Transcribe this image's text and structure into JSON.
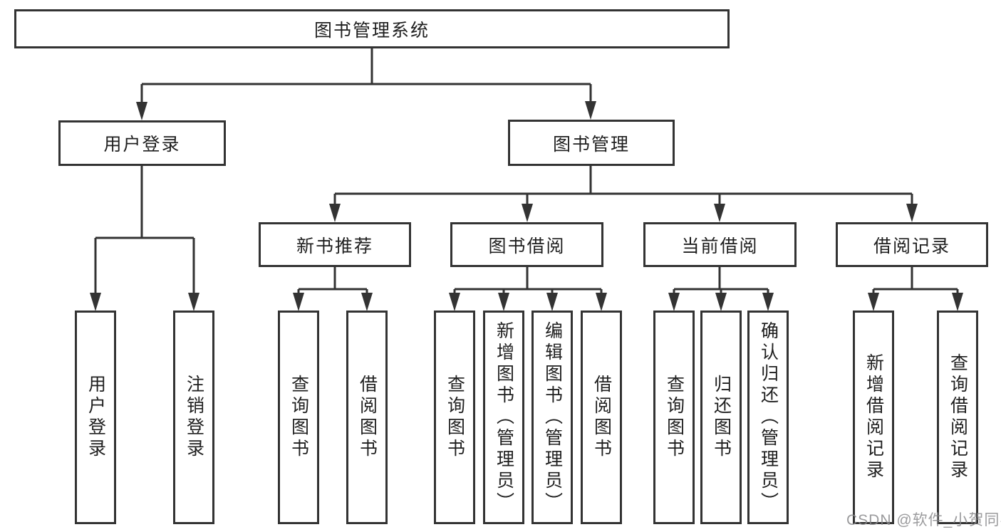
{
  "diagram": {
    "root": {
      "label": "图书管理系统"
    },
    "branches": [
      {
        "label": "用户登录",
        "children": [
          {
            "label": "用户登录"
          },
          {
            "label": "注销登录"
          }
        ]
      },
      {
        "label": "图书管理",
        "children": [
          {
            "label": "新书推荐",
            "children": [
              {
                "label": "查询图书"
              },
              {
                "label": "借阅图书"
              }
            ]
          },
          {
            "label": "图书借阅",
            "children": [
              {
                "label": "查询图书"
              },
              {
                "label": "新增图书（管理员）"
              },
              {
                "label": "编辑图书（管理员）"
              },
              {
                "label": "借阅图书"
              }
            ]
          },
          {
            "label": "当前借阅",
            "children": [
              {
                "label": "查询图书"
              },
              {
                "label": "归还图书"
              },
              {
                "label": "确认归还（管理员）"
              }
            ]
          },
          {
            "label": "借阅记录",
            "children": [
              {
                "label": "新增借阅记录"
              },
              {
                "label": "查询借阅记录"
              }
            ]
          }
        ]
      }
    ],
    "watermark": "CSDN @软件_小贺同学",
    "colors": {
      "line": "#333333",
      "text": "#1f1f1f",
      "background": "#ffffff",
      "watermark": "#8a8a8c"
    }
  }
}
